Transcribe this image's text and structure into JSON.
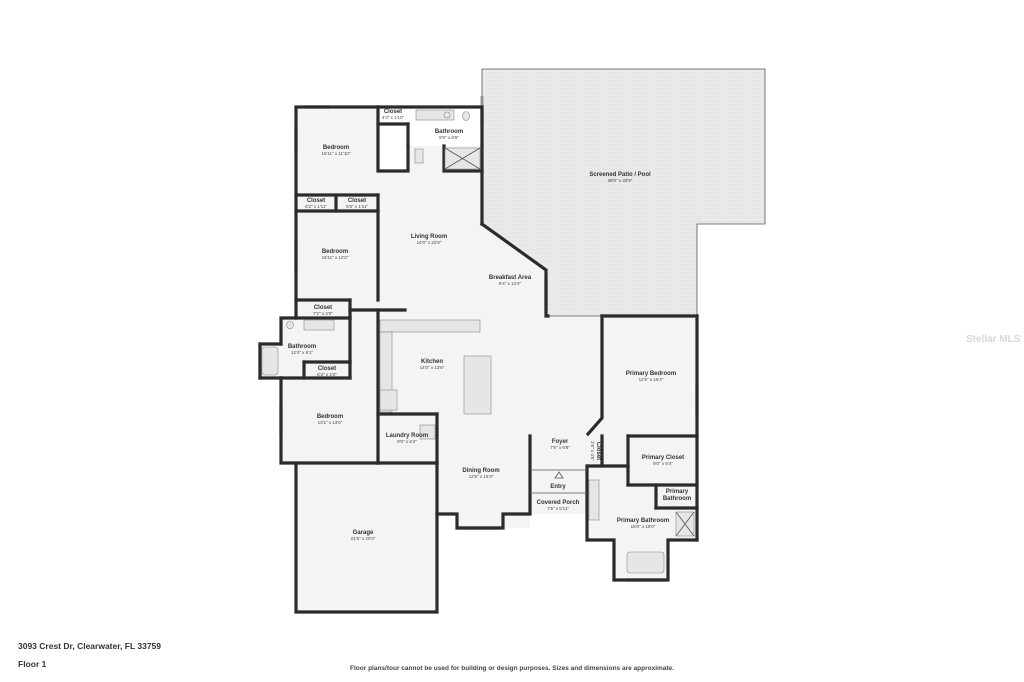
{
  "rooms": [
    {
      "id": "bedroom-1",
      "name": "Bedroom",
      "dim": "16'11\" x 11'10\""
    },
    {
      "id": "closet-1",
      "name": "Closet",
      "dim": "4'3\" x 1'10\""
    },
    {
      "id": "bathroom-1",
      "name": "Bathroom",
      "dim": "9'5\" x 8'6\""
    },
    {
      "id": "screened-patio",
      "name": "Screened Patio / Pool",
      "dim": "39'0\" x 33'9\""
    },
    {
      "id": "closet-2",
      "name": "Closet",
      "dim": "5'2\" x 1'11\""
    },
    {
      "id": "closet-3",
      "name": "Closet",
      "dim": "5'5\" x 1'11\""
    },
    {
      "id": "living-room",
      "name": "Living Room",
      "dim": "14'0\" x 22'8\""
    },
    {
      "id": "bedroom-2",
      "name": "Bedroom",
      "dim": "16'11\" x 12'2\""
    },
    {
      "id": "breakfast-area",
      "name": "Breakfast Area",
      "dim": "9'4\" x 12'4\""
    },
    {
      "id": "closet-4",
      "name": "Closet",
      "dim": "7'2\" x 2'0\""
    },
    {
      "id": "bathroom-2",
      "name": "Bathroom",
      "dim": "12'4\" x 6'1\""
    },
    {
      "id": "kitchen",
      "name": "Kitchen",
      "dim": "14'0\" x 13'6\""
    },
    {
      "id": "primary-bedroom",
      "name": "Primary Bedroom",
      "dim": "12'6\" x 16'4\""
    },
    {
      "id": "closet-5",
      "name": "Closet",
      "dim": "6'3\" x 2'0\""
    },
    {
      "id": "bedroom-3",
      "name": "Bedroom",
      "dim": "13'1\" x 13'6\""
    },
    {
      "id": "laundry-room",
      "name": "Laundry Room",
      "dim": "9'0\" x 6'4\""
    },
    {
      "id": "foyer",
      "name": "Foyer",
      "dim": "7'5\" x 6'8\""
    },
    {
      "id": "closet-6",
      "name": "Closet",
      "dim": "2'6\" x 4'5\""
    },
    {
      "id": "primary-closet",
      "name": "Primary Closet",
      "dim": "9'0\" x 6'4\""
    },
    {
      "id": "dining-room",
      "name": "Dining Room",
      "dim": "12'5\" x 15'3\""
    },
    {
      "id": "entry",
      "name": "Entry",
      "dim": ""
    },
    {
      "id": "primary-bathroom-small",
      "name": "Primary Bathroom",
      "dim": ""
    },
    {
      "id": "covered-porch",
      "name": "Covered Porch",
      "dim": "7'5\" x 5'11\""
    },
    {
      "id": "primary-bathroom",
      "name": "Primary Bathroom",
      "dim": "15'0\" x 19'0\""
    },
    {
      "id": "garage",
      "name": "Garage",
      "dim": "21'5\" x 20'3\""
    }
  ],
  "footer": {
    "address": "3093 Crest Dr, Clearwater, FL 33759",
    "floor": "Floor 1",
    "disclaimer": "Floor plans/tour cannot be used for building or design purposes. Sizes and dimensions are approximate."
  },
  "watermark": "Stellar MLS"
}
